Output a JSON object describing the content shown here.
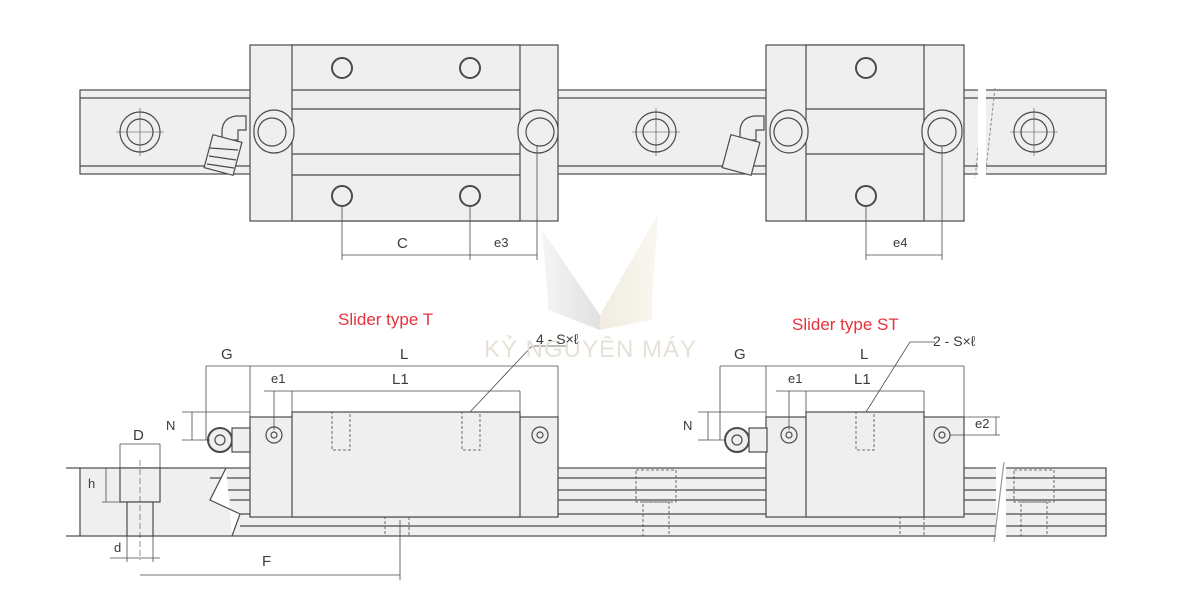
{
  "diagram": {
    "title": "Linear guide rail with sliders – dimension drawing",
    "colors": {
      "line": "#4a4a4a",
      "fill": "#efefef",
      "label_red": "#e8323c",
      "watermark": "#e6e1d6"
    },
    "top_view": {
      "dimensions": {
        "c": "C",
        "e3": "e3",
        "e4": "e4"
      }
    },
    "side_view": {
      "slider_t": {
        "title": "Slider type T",
        "callout": "4 - S×ℓ",
        "dims": {
          "g": "G",
          "l": "L",
          "e1": "e1",
          "l1": "L1",
          "n": "N"
        }
      },
      "slider_st": {
        "title": "Slider type ST",
        "callout": "2 - S×ℓ",
        "dims": {
          "g": "G",
          "l": "L",
          "e1": "e1",
          "l1": "L1",
          "n": "N",
          "e2": "e2"
        }
      },
      "rail_dims": {
        "d_upper": "D",
        "h": "h",
        "d_lower": "d",
        "f": "F"
      }
    },
    "watermark": {
      "text": "KỶ NGUYÊN MÁY"
    }
  }
}
